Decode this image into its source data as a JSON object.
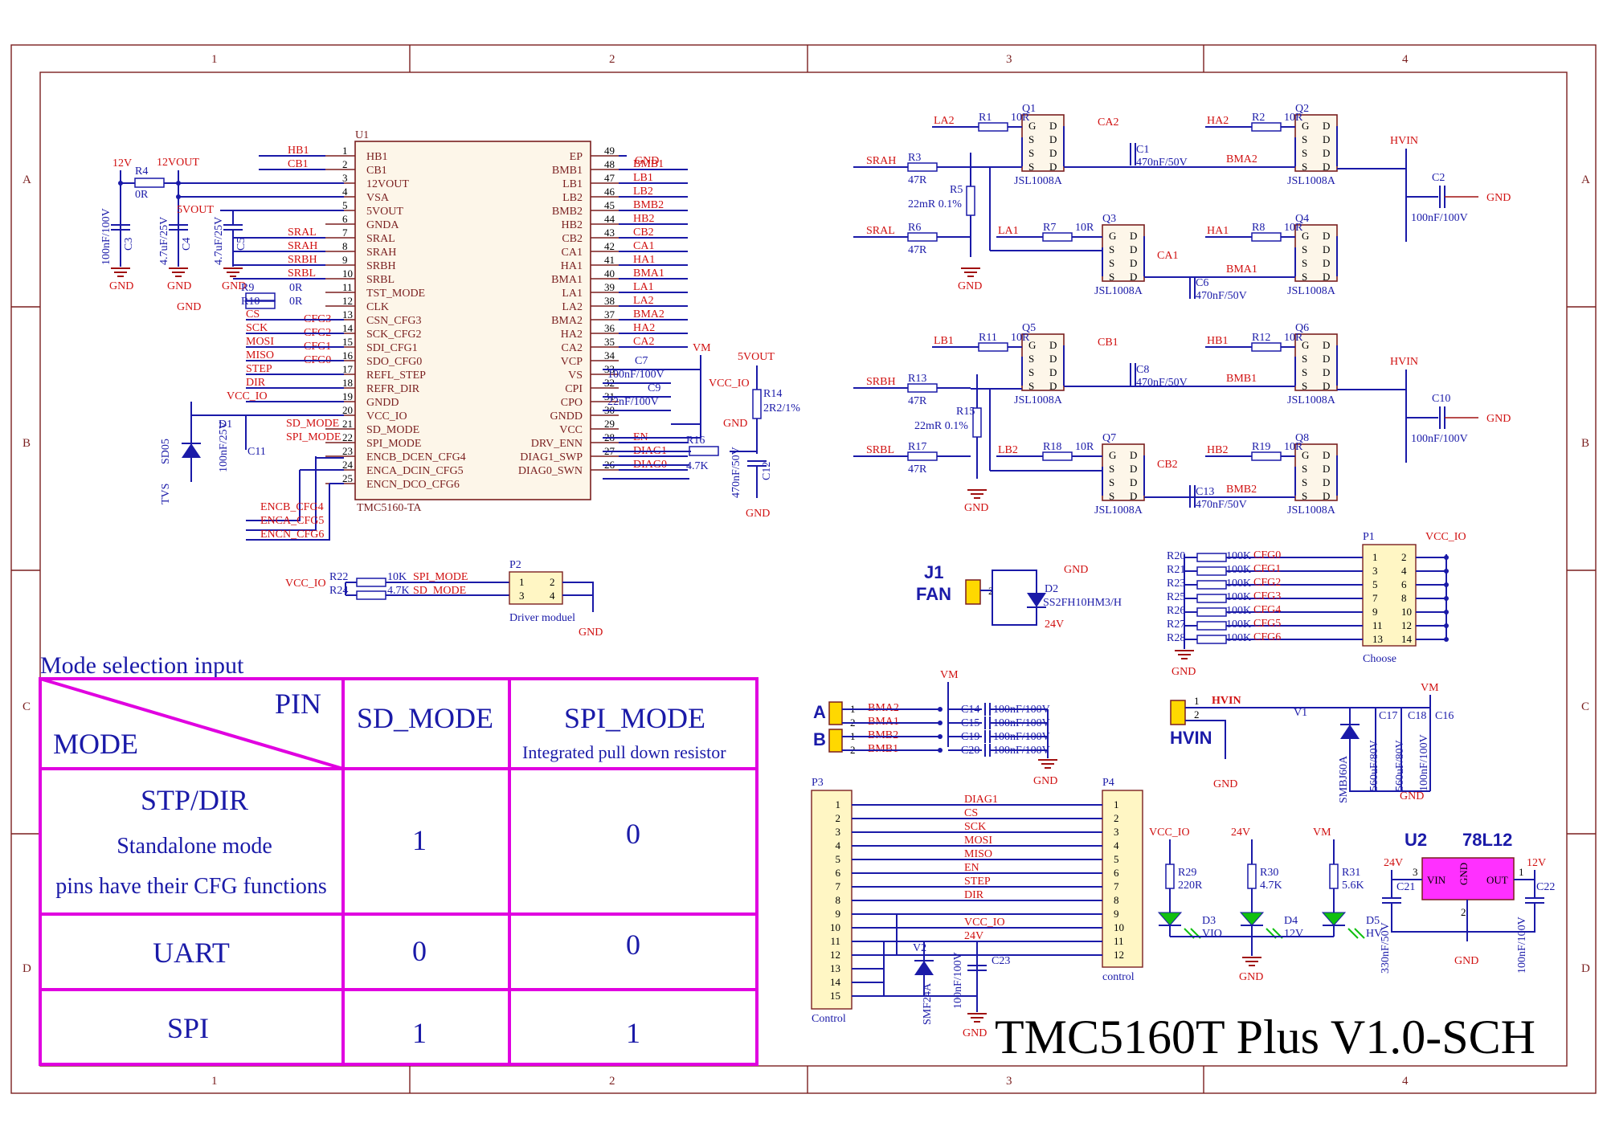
{
  "frame": {
    "cols": [
      "1",
      "2",
      "3",
      "4"
    ],
    "rows": [
      "A",
      "B",
      "C",
      "D"
    ]
  },
  "title": "TMC5160T Plus V1.0-SCH",
  "u1": {
    "ref": "U1",
    "part": "TMC5160-TA",
    "left_pins": [
      {
        "n": "1",
        "name": "HB1",
        "net": "HB1"
      },
      {
        "n": "2",
        "name": "CB1",
        "net": "CB1"
      },
      {
        "n": "3",
        "name": "12VOUT",
        "net": ""
      },
      {
        "n": "4",
        "name": "VSA",
        "net": ""
      },
      {
        "n": "5",
        "name": "5VOUT",
        "net": ""
      },
      {
        "n": "6",
        "name": "GNDA",
        "net": ""
      },
      {
        "n": "7",
        "name": "SRAL",
        "net": "SRAL"
      },
      {
        "n": "8",
        "name": "SRAH",
        "net": "SRAH"
      },
      {
        "n": "9",
        "name": "SRBH",
        "net": "SRBH"
      },
      {
        "n": "10",
        "name": "SRBL",
        "net": "SRBL"
      },
      {
        "n": "11",
        "name": "TST_MODE",
        "net": ""
      },
      {
        "n": "12",
        "name": "CLK",
        "net": ""
      },
      {
        "n": "13",
        "name": "CSN_CFG3",
        "net": "CFG3"
      },
      {
        "n": "14",
        "name": "SCK_CFG2",
        "net": "CFG2"
      },
      {
        "n": "15",
        "name": "SDI_CFG1",
        "net": "CFG1"
      },
      {
        "n": "16",
        "name": "SDO_CFG0",
        "net": "CFG0"
      },
      {
        "n": "17",
        "name": "REFL_STEP",
        "net": "STEP"
      },
      {
        "n": "18",
        "name": "REFR_DIR",
        "net": "DIR"
      },
      {
        "n": "19",
        "name": "GNDD",
        "net": ""
      },
      {
        "n": "20",
        "name": "VCC_IO",
        "net": ""
      },
      {
        "n": "21",
        "name": "SD_MODE",
        "net": "SD_MODE"
      },
      {
        "n": "22",
        "name": "SPI_MODE",
        "net": "SPI_MODE"
      },
      {
        "n": "23",
        "name": "ENCB_DCEN_CFG4",
        "net": ""
      },
      {
        "n": "24",
        "name": "ENCA_DCIN_CFG5",
        "net": ""
      },
      {
        "n": "25",
        "name": "ENCN_DCO_CFG6",
        "net": ""
      }
    ],
    "right_pins": [
      {
        "n": "49",
        "name": "EP",
        "net": "GND"
      },
      {
        "n": "48",
        "name": "BMB1",
        "net": "BMB1"
      },
      {
        "n": "47",
        "name": "LB1",
        "net": "LB1"
      },
      {
        "n": "46",
        "name": "LB2",
        "net": "LB2"
      },
      {
        "n": "45",
        "name": "BMB2",
        "net": "BMB2"
      },
      {
        "n": "44",
        "name": "HB2",
        "net": "HB2"
      },
      {
        "n": "43",
        "name": "CB2",
        "net": "CB2"
      },
      {
        "n": "42",
        "name": "CA1",
        "net": "CA1"
      },
      {
        "n": "41",
        "name": "HA1",
        "net": "HA1"
      },
      {
        "n": "40",
        "name": "BMA1",
        "net": "BMA1"
      },
      {
        "n": "39",
        "name": "LA1",
        "net": "LA1"
      },
      {
        "n": "38",
        "name": "LA2",
        "net": "LA2"
      },
      {
        "n": "37",
        "name": "BMA2",
        "net": "BMA2"
      },
      {
        "n": "36",
        "name": "HA2",
        "net": "HA2"
      },
      {
        "n": "35",
        "name": "CA2",
        "net": "CA2"
      },
      {
        "n": "34",
        "name": "VCP",
        "net": ""
      },
      {
        "n": "33",
        "name": "VS",
        "net": ""
      },
      {
        "n": "32",
        "name": "CPI",
        "net": ""
      },
      {
        "n": "31",
        "name": "CPO",
        "net": ""
      },
      {
        "n": "30",
        "name": "GNDD",
        "net": ""
      },
      {
        "n": "29",
        "name": "VCC",
        "net": ""
      },
      {
        "n": "28",
        "name": "DRV_ENN",
        "net": "EN"
      },
      {
        "n": "27",
        "name": "DIAG1_SWP",
        "net": "DIAG1"
      },
      {
        "n": "26",
        "name": "DIAG0_SWN",
        "net": "DIAG0"
      }
    ]
  },
  "labels": {
    "cs": "CS",
    "sck": "SCK",
    "mosi": "MOSI",
    "miso": "MISO",
    "step": "STEP",
    "dir": "DIR",
    "encb": "ENCB_CFG4",
    "enca": "ENCA_CFG5",
    "encn": "ENCN_CFG6",
    "v12": "12V",
    "v12out": "12VOUT",
    "v5out": "5VOUT",
    "vccio": "VCC_IO",
    "vm": "VM",
    "gnd": "GND",
    "v24": "24V",
    "hvin": "HVIN",
    "tvs": "TVS"
  },
  "passives": {
    "r4": [
      "R4",
      "0R"
    ],
    "c3": [
      "C3",
      "100nF/100V"
    ],
    "c4": [
      "C4",
      "4.7uF/25V"
    ],
    "c5": [
      "C5",
      "4.7uF/25V"
    ],
    "r9": [
      "R9",
      "0R"
    ],
    "r10": [
      "R10",
      "0R"
    ],
    "d1": [
      "D1",
      "SD05"
    ],
    "c11": [
      "C11",
      "100nF/25V"
    ],
    "c7": [
      "C7",
      "100nF/100V"
    ],
    "c9": [
      "C9",
      "22nF/100V"
    ],
    "r14": [
      "R14",
      "2R2/1%"
    ],
    "r16": [
      "R16",
      "4.7K"
    ],
    "c12": [
      "C12",
      "470nF/50V"
    ],
    "r22": [
      "R22",
      "10K"
    ],
    "r24": [
      "R24",
      "4.7K"
    ]
  },
  "p2": {
    "ref": "P2",
    "name": "Driver moduel",
    "pins": [
      "1",
      "2",
      "3",
      "4"
    ],
    "net1": "SPI_MODE",
    "net2": "SD_MODE"
  },
  "bridge": {
    "mosfet": "JSL1008A",
    "q": [
      "Q1",
      "Q2",
      "Q3",
      "Q4",
      "Q5",
      "Q6",
      "Q7",
      "Q8"
    ],
    "gate_r": [
      [
        "R1",
        "10R",
        "LA2"
      ],
      [
        "R2",
        "10R",
        "HA2"
      ],
      [
        "R7",
        "10R",
        "LA1"
      ],
      [
        "R8",
        "10R",
        "HA1"
      ],
      [
        "R11",
        "10R",
        "LB1"
      ],
      [
        "R12",
        "10R",
        "HB1"
      ],
      [
        "R18",
        "10R",
        "LB2"
      ],
      [
        "R19",
        "10R",
        "HB2"
      ]
    ],
    "sense": [
      [
        "R3",
        "47R",
        "SRAH"
      ],
      [
        "R6",
        "47R",
        "SRAL"
      ],
      [
        "R13",
        "47R",
        "SRBH"
      ],
      [
        "R17",
        "47R",
        "SRBL"
      ]
    ],
    "shunt": [
      [
        "R5",
        "22mR 0.1%"
      ],
      [
        "R15",
        "22mR 0.1%"
      ]
    ],
    "boot": [
      [
        "C1",
        "470nF/50V",
        "CA2"
      ],
      [
        "C6",
        "470nF/50V",
        "CA1"
      ],
      [
        "C8",
        "470nF/50V",
        "CB1"
      ],
      [
        "C13",
        "470nF/50V",
        "CB2"
      ]
    ],
    "bulk": [
      [
        "C2",
        "100nF/100V"
      ],
      [
        "C10",
        "100nF/100V"
      ]
    ],
    "nodes": [
      "BMA2",
      "BMA1",
      "BMB1",
      "BMB2"
    ],
    "pins": [
      "G",
      "S",
      "S",
      "S",
      "D",
      "D",
      "D",
      "D"
    ]
  },
  "fan": {
    "ref": "J1",
    "name": "FAN",
    "pin": "2",
    "diode": "D2",
    "part": "SS2FH10HM3/H"
  },
  "p1": {
    "ref": "P1",
    "name": "Choose",
    "left": [
      "1",
      "3",
      "5",
      "7",
      "9",
      "11",
      "13"
    ],
    "right": [
      "2",
      "4",
      "6",
      "8",
      "10",
      "12",
      "14"
    ],
    "r": [
      "R20",
      "R21",
      "R23",
      "R25",
      "R26",
      "R27",
      "R28"
    ],
    "val": "100K",
    "cfg": [
      "CFG0",
      "CFG1",
      "CFG2",
      "CFG3",
      "CFG4",
      "CFG5",
      "CFG6"
    ]
  },
  "motor": {
    "a": "A",
    "b": "B",
    "pins": [
      "1",
      "2",
      "1",
      "2"
    ],
    "nets": [
      "BMA2",
      "BMA1",
      "BMB2",
      "BMB1"
    ],
    "caps": [
      [
        "C14",
        "100nF/100V"
      ],
      [
        "C15",
        "100nF/100V"
      ],
      [
        "C19",
        "100nF/100V"
      ],
      [
        "C20",
        "100nF/100V"
      ]
    ]
  },
  "hv": {
    "label": "HVIN",
    "pins": [
      "1",
      "2"
    ],
    "v1": "V1",
    "v1part": "SMBJ60A",
    "caps": [
      [
        "C17",
        "560uF/80V"
      ],
      [
        "C18",
        "560uF/80V"
      ],
      [
        "C16",
        "100nF/100V"
      ]
    ]
  },
  "ctrl": {
    "p3": "P3",
    "p3name": "Control",
    "p4": "P4",
    "p4name": "control",
    "pins": [
      "1",
      "2",
      "3",
      "4",
      "5",
      "6",
      "7",
      "8",
      "9",
      "10",
      "11",
      "12",
      "13",
      "14",
      "15"
    ],
    "nets": [
      "DIAG1",
      "CS",
      "SCK",
      "MOSI",
      "MISO",
      "EN",
      "STEP",
      "DIR",
      "",
      "VCC_IO",
      "24V",
      "",
      "",
      "",
      ""
    ],
    "v2": "V2",
    "v2part": "SMF24A",
    "c23": [
      "C23",
      "100nF/100V"
    ]
  },
  "leds": [
    {
      "r": "R29",
      "v": "220R",
      "d": "D3",
      "lbl": "VIO",
      "rail": "VCC_IO"
    },
    {
      "r": "R30",
      "v": "4.7K",
      "d": "D4",
      "lbl": "12V",
      "rail": "24V"
    },
    {
      "r": "R31",
      "v": "5.6K",
      "d": "D5",
      "lbl": "HV",
      "rail": "VM"
    }
  ],
  "reg": {
    "ref": "U2",
    "part": "78L12",
    "vin": "VIN",
    "gnd": "GND",
    "out": "OUT",
    "p3": "3",
    "p2": "2",
    "p1": "1",
    "c21": [
      "C21",
      "330nF/50V"
    ],
    "c22": [
      "C22",
      "100nF/100V"
    ],
    "in": "24V",
    "outv": "12V"
  },
  "mode": {
    "heading": "Mode selection input",
    "pin": "PIN",
    "mode": "MODE",
    "col1": "SD_MODE",
    "col2": "SPI_MODE",
    "col2sub": "Integrated pull  down resistor",
    "rows": [
      {
        "l1": "STP/DIR",
        "l2": "Standalone mode",
        "l3": "pins have their CFG functions",
        "a": "1",
        "b": "0"
      },
      {
        "l1": "UART",
        "a": "0",
        "b": "0"
      },
      {
        "l1": "SPI",
        "a": "1",
        "b": "1"
      }
    ]
  }
}
